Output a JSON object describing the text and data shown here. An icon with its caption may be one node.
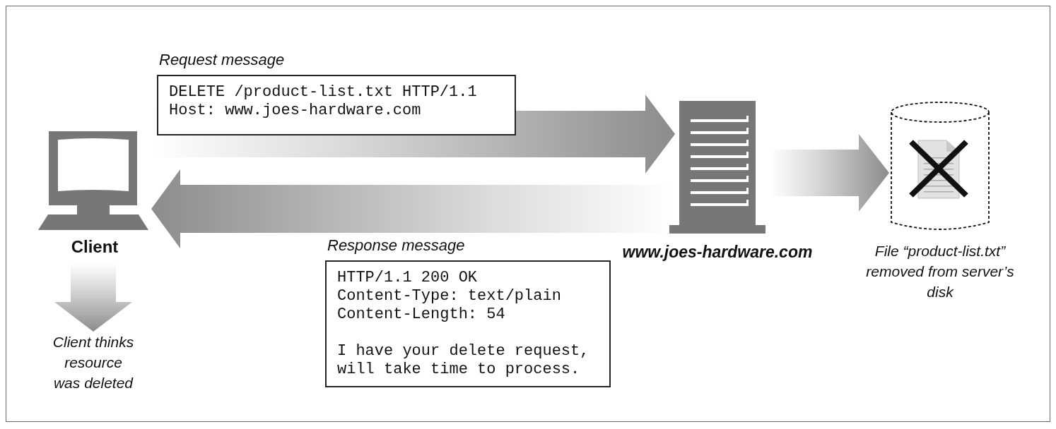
{
  "diagram": {
    "nodes": [
      {
        "text": [
          "Client"
        ]
      },
      {
        "text": [
          "www.joes-hardware.com"
        ]
      },
      {
        "text": [
          "File “product-list.txt” removed from server’s disk"
        ]
      },
      {
        "text": [
          "Client thinks resource was deleted"
        ]
      },
      {
        "text": [
          "Request message",
          "DELETE /product-list.txt HTTP/1.1",
          "Host: www.joes-hardware.com"
        ]
      },
      {
        "text": [
          "Response message",
          "HTTP/1.1 200 OK",
          "Content-Type: text/plain",
          "Content-Length: 54",
          "I have your delete request, will take time to process."
        ]
      }
    ],
    "edges": [
      {
        "from": 0,
        "to": 1,
        "arrow": "to"
      },
      {
        "from": 1,
        "to": 0,
        "arrow": "to"
      },
      {
        "from": 1,
        "to": 2,
        "arrow": "to"
      },
      {
        "from": 0,
        "to": 3,
        "arrow": "to"
      }
    ]
  }
}
